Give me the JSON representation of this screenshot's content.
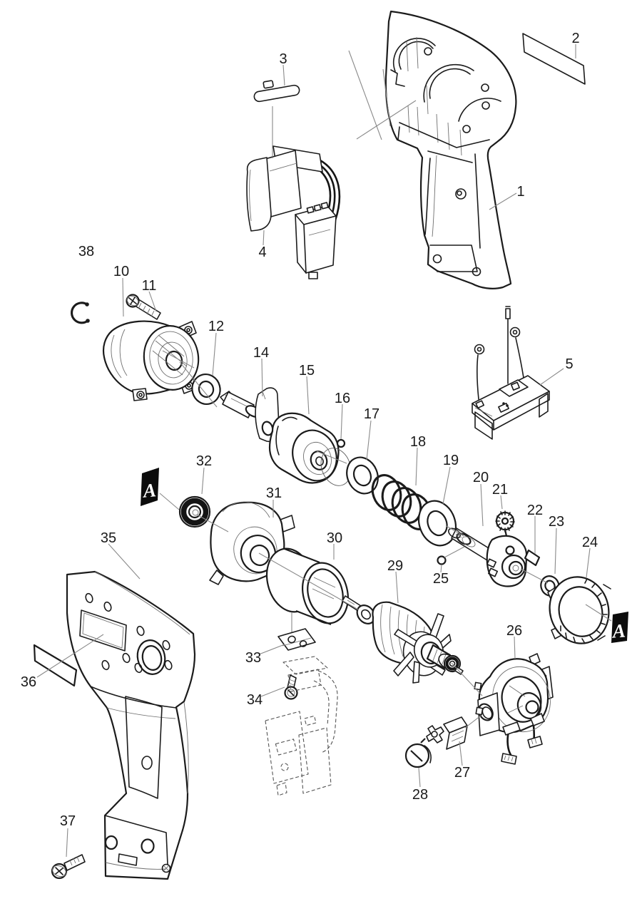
{
  "page": {
    "background": "#ffffff",
    "type": "exploded-parts-diagram",
    "line_color": "#1b1b1b",
    "leader_color": "#8a8a8a"
  },
  "labels": {
    "p1": "1",
    "p2": "2",
    "p3": "3",
    "p4": "4",
    "p5": "5",
    "p10": "10",
    "p11": "11",
    "p12": "12",
    "p14": "14",
    "p15": "15",
    "p16": "16",
    "p17": "17",
    "p18": "18",
    "p19": "19",
    "p20": "20",
    "p21": "21",
    "p22": "22",
    "p23": "23",
    "p24": "24",
    "p25": "25",
    "p26": "26",
    "p27": "27",
    "p28": "28",
    "p29": "29",
    "p30": "30",
    "p31": "31",
    "p32": "32",
    "p33": "33",
    "p34": "34",
    "p35": "35",
    "p36": "36",
    "p37": "37",
    "p38": "38"
  },
  "markers": {
    "a": "A"
  }
}
